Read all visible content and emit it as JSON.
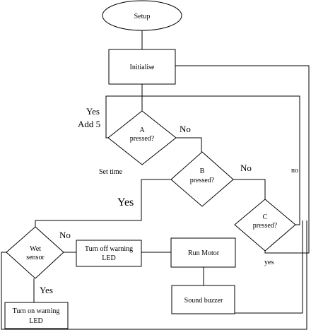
{
  "nodes": {
    "setup": "Setup",
    "initialise": "Initialise",
    "a_pressed": [
      "A",
      "pressed?"
    ],
    "b_pressed": [
      "B",
      "pressed?"
    ],
    "c_pressed": [
      "C",
      "pressed?"
    ],
    "wet_sensor": [
      "Wet",
      "sensor"
    ],
    "turn_off_led": [
      "Turn off warning",
      "LED"
    ],
    "run_motor": "Run Motor",
    "sound_buzzer": "Sound buzzer",
    "turn_on_led": [
      "Turn on warning",
      "LED"
    ]
  },
  "edge_labels": {
    "a_yes": "Yes",
    "a_add": "Add 5",
    "a_no": "No",
    "set_time": "Set time",
    "b_no": "No",
    "b_yes": "Yes",
    "c_no": "no",
    "c_yes": "yes",
    "wet_no": "No",
    "wet_yes": "Yes"
  }
}
